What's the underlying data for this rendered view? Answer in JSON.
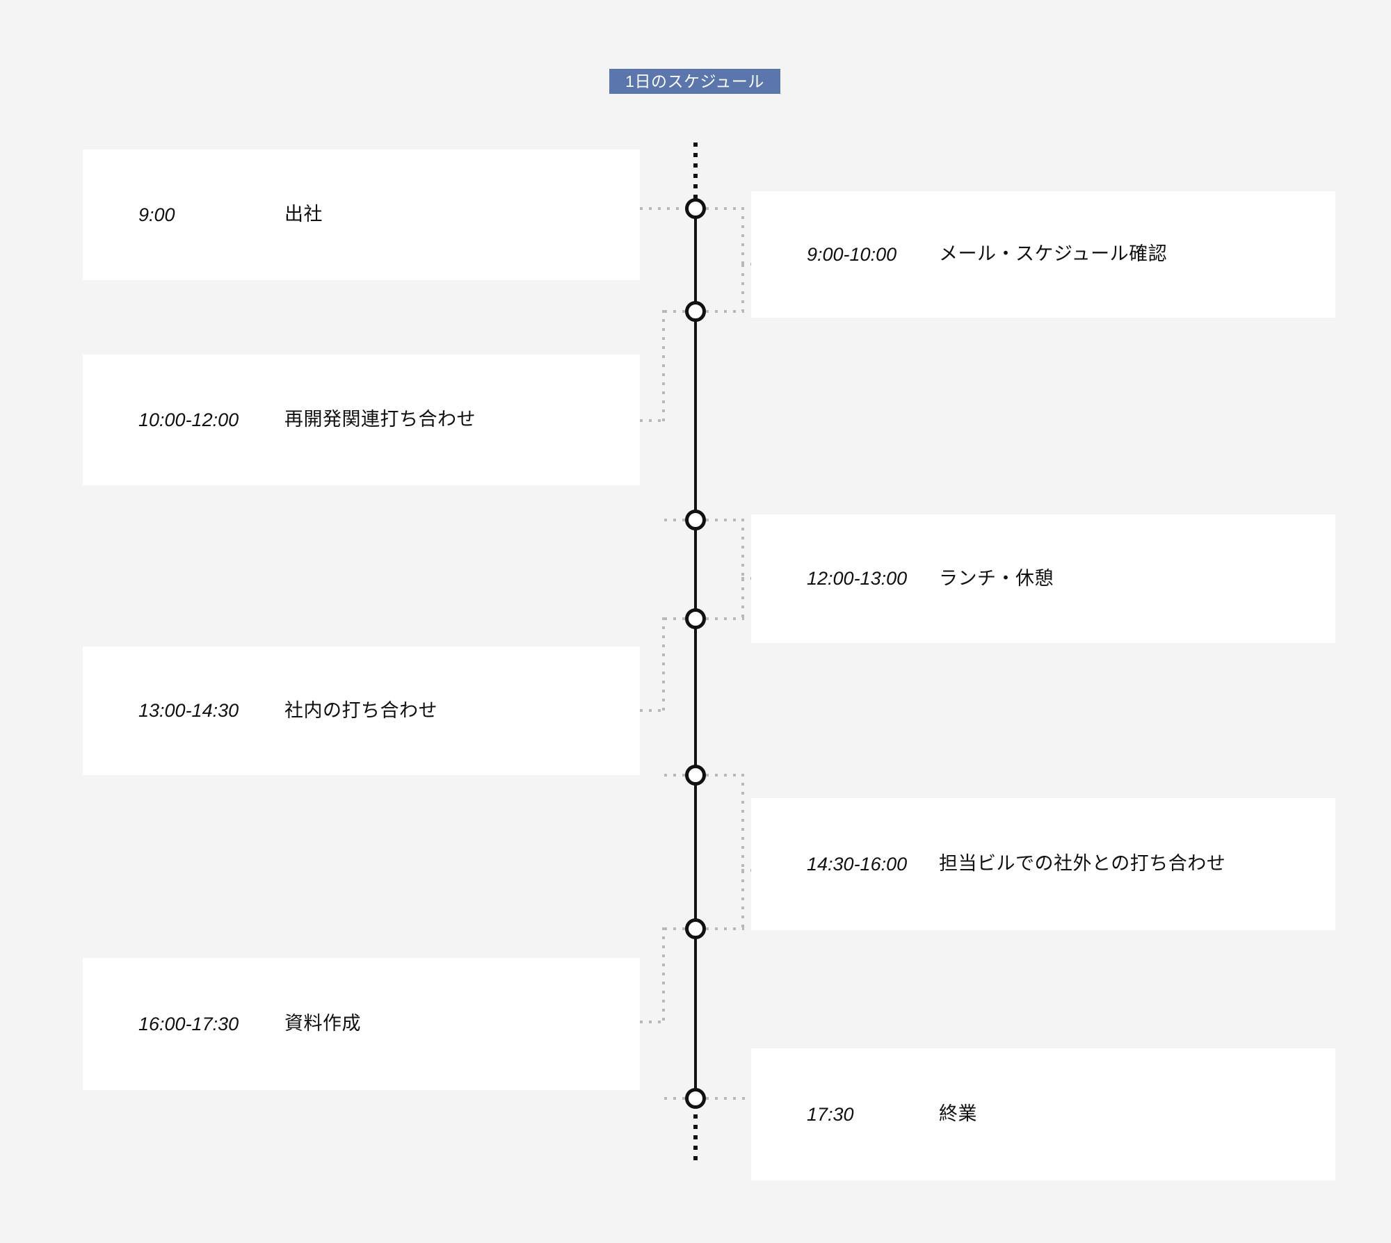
{
  "title": {
    "text": "1日のスケジュール",
    "badge_color": "#5b76ad",
    "text_color": "#ffffff"
  },
  "colors": {
    "background": "#f4f4f4",
    "card": "#ffffff",
    "axis": "#111111",
    "connector": "#b8b8b8",
    "text": "#101010"
  },
  "timeline": {
    "items": [
      {
        "time": "9:00",
        "label": "出社",
        "side": "left"
      },
      {
        "time": "9:00-10:00",
        "label": "メール・スケジュール確認",
        "side": "right"
      },
      {
        "time": "10:00-12:00",
        "label": "再開発関連打ち合わせ",
        "side": "left"
      },
      {
        "time": "12:00-13:00",
        "label": "ランチ・休憩",
        "side": "right"
      },
      {
        "time": "13:00-14:30",
        "label": "社内の打ち合わせ",
        "side": "left"
      },
      {
        "time": "14:30-16:00",
        "label": "担当ビルでの社外との打ち合わせ",
        "side": "right"
      },
      {
        "time": "16:00-17:30",
        "label": "資料作成",
        "side": "left"
      },
      {
        "time": "17:30",
        "label": "終業",
        "side": "right"
      }
    ]
  }
}
